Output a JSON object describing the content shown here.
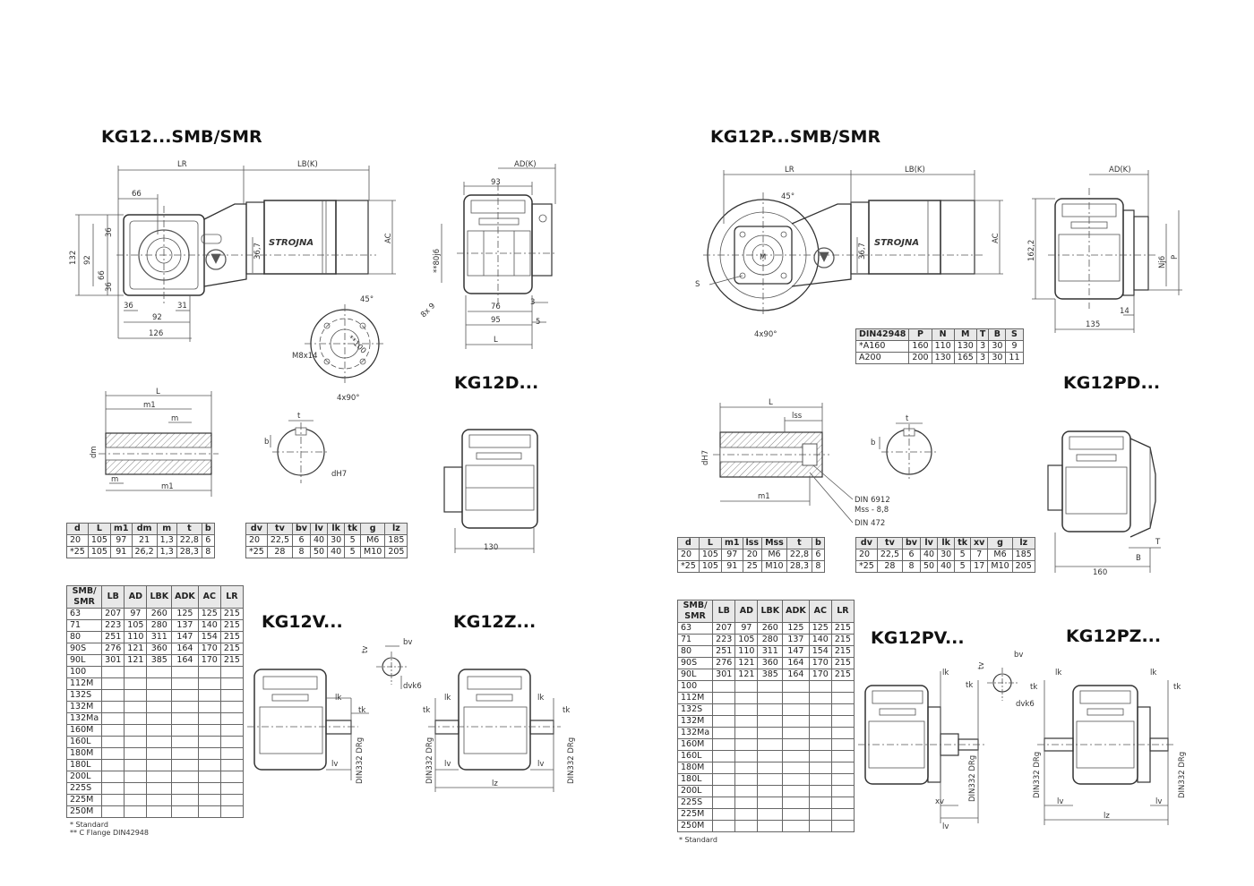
{
  "left": {
    "titles": {
      "main": "KG12...SMB/SMR",
      "d": "KG12D...",
      "v": "KG12V...",
      "z": "KG12Z..."
    },
    "brand": "STROJNA",
    "dims": {
      "LR": "LR",
      "LBK": "LB(K)",
      "ADK": "AD(K)",
      "AC": "AC",
      "L": "L",
      "P93": "93",
      "P66": "66",
      "P36a": "36",
      "P92v": "92",
      "P66v": "66",
      "P36b": "36",
      "P132": "132",
      "P36h": "36",
      "P92h": "92",
      "P31": "31",
      "P126": "126",
      "P367": "36,7",
      "P80j6": "**80j6",
      "P8x9": "8x 9",
      "P76": "76",
      "P95": "95",
      "P3": "3",
      "P5": "5",
      "P45": "45°",
      "P100": "**100",
      "M8x14": "M8x14",
      "P4x90": "4x90°",
      "m1": "m1",
      "m": "m",
      "dm": "dm",
      "t": "t",
      "b": "b",
      "dH7": "dH7",
      "P130": "130",
      "lk": "lk",
      "tk": "tk",
      "lv": "lv",
      "lz": "lz",
      "tv": "tv",
      "bv": "bv",
      "dvk6": "dvk6",
      "DIN332": "DIN332 DRg"
    },
    "shaft_table": {
      "headers": [
        "d",
        "L",
        "m1",
        "dm",
        "m",
        "t",
        "b"
      ],
      "rows": [
        [
          "20",
          "105",
          "97",
          "21",
          "1,3",
          "22,8",
          "6"
        ],
        [
          "*25",
          "105",
          "91",
          "26,2",
          "1,3",
          "28,3",
          "8"
        ]
      ]
    },
    "v_table": {
      "headers": [
        "dv",
        "tv",
        "bv",
        "lv",
        "lk",
        "tk",
        "g",
        "lz"
      ],
      "rows": [
        [
          "20",
          "22,5",
          "6",
          "40",
          "30",
          "5",
          "M6",
          "185"
        ],
        [
          "*25",
          "28",
          "8",
          "50",
          "40",
          "5",
          "M10",
          "205"
        ]
      ]
    },
    "motor_table": {
      "headers": [
        "SMB/\nSMR",
        "LB",
        "AD",
        "LBK",
        "ADK",
        "AC",
        "LR"
      ],
      "rows": [
        [
          "63",
          "207",
          "97",
          "260",
          "125",
          "125",
          "215"
        ],
        [
          "71",
          "223",
          "105",
          "280",
          "137",
          "140",
          "215"
        ],
        [
          "80",
          "251",
          "110",
          "311",
          "147",
          "154",
          "215"
        ],
        [
          "90S",
          "276",
          "121",
          "360",
          "164",
          "170",
          "215"
        ],
        [
          "90L",
          "301",
          "121",
          "385",
          "164",
          "170",
          "215"
        ],
        [
          "100",
          "",
          "",
          "",
          "",
          "",
          ""
        ],
        [
          "112M",
          "",
          "",
          "",
          "",
          "",
          ""
        ],
        [
          "132S",
          "",
          "",
          "",
          "",
          "",
          ""
        ],
        [
          "132M",
          "",
          "",
          "",
          "",
          "",
          ""
        ],
        [
          "132Ma",
          "",
          "",
          "",
          "",
          "",
          ""
        ],
        [
          "160M",
          "",
          "",
          "",
          "",
          "",
          ""
        ],
        [
          "160L",
          "",
          "",
          "",
          "",
          "",
          ""
        ],
        [
          "180M",
          "",
          "",
          "",
          "",
          "",
          ""
        ],
        [
          "180L",
          "",
          "",
          "",
          "",
          "",
          ""
        ],
        [
          "200L",
          "",
          "",
          "",
          "",
          "",
          ""
        ],
        [
          "225S",
          "",
          "",
          "",
          "",
          "",
          ""
        ],
        [
          "225M",
          "",
          "",
          "",
          "",
          "",
          ""
        ],
        [
          "250M",
          "",
          "",
          "",
          "",
          "",
          ""
        ]
      ]
    },
    "notes": {
      "n1": "* Standard",
      "n2": "** C Flange DIN42948"
    }
  },
  "right": {
    "titles": {
      "main": "KG12P...SMB/SMR",
      "d": "KG12PD...",
      "v": "KG12PV...",
      "z": "KG12PZ..."
    },
    "brand": "STROJNA",
    "dims": {
      "LR": "LR",
      "LBK": "LB(K)",
      "ADK": "AD(K)",
      "AC": "AC",
      "P45": "45°",
      "P367": "36,7",
      "S": "S",
      "M": "M",
      "P4x90": "4x90°",
      "P1622": "162,2",
      "Nj6": "Nj6",
      "P": "P",
      "P14": "14",
      "P135": "135",
      "L": "L",
      "lss": "lss",
      "dH7": "dH7",
      "m1": "m1",
      "din6912": "DIN 6912",
      "mss": "Mss - 8,8",
      "din472": "DIN 472",
      "t": "t",
      "b": "b",
      "T": "T",
      "B": "B",
      "P160": "160",
      "lk": "lk",
      "tk": "tk",
      "lv": "lv",
      "lz": "lz",
      "xv": "xv",
      "tv": "tv",
      "bv": "bv",
      "dvk6": "dvk6",
      "DIN332": "DIN332 DRg"
    },
    "flange_table": {
      "headers": [
        "DIN42948",
        "P",
        "N",
        "M",
        "T",
        "B",
        "S"
      ],
      "rows": [
        [
          "*A160",
          "160",
          "110",
          "130",
          "3",
          "30",
          "9"
        ],
        [
          "A200",
          "200",
          "130",
          "165",
          "3",
          "30",
          "11"
        ]
      ]
    },
    "shaft_table": {
      "headers": [
        "d",
        "L",
        "m1",
        "lss",
        "Mss",
        "t",
        "b"
      ],
      "rows": [
        [
          "20",
          "105",
          "97",
          "20",
          "M6",
          "22,8",
          "6"
        ],
        [
          "*25",
          "105",
          "91",
          "25",
          "M10",
          "28,3",
          "8"
        ]
      ]
    },
    "v_table": {
      "headers": [
        "dv",
        "tv",
        "bv",
        "lv",
        "lk",
        "tk",
        "xv",
        "g",
        "lz"
      ],
      "rows": [
        [
          "20",
          "22,5",
          "6",
          "40",
          "30",
          "5",
          "7",
          "M6",
          "185"
        ],
        [
          "*25",
          "28",
          "8",
          "50",
          "40",
          "5",
          "17",
          "M10",
          "205"
        ]
      ]
    },
    "motor_table": {
      "headers": [
        "SMB/\nSMR",
        "LB",
        "AD",
        "LBK",
        "ADK",
        "AC",
        "LR"
      ],
      "rows": [
        [
          "63",
          "207",
          "97",
          "260",
          "125",
          "125",
          "215"
        ],
        [
          "71",
          "223",
          "105",
          "280",
          "137",
          "140",
          "215"
        ],
        [
          "80",
          "251",
          "110",
          "311",
          "147",
          "154",
          "215"
        ],
        [
          "90S",
          "276",
          "121",
          "360",
          "164",
          "170",
          "215"
        ],
        [
          "90L",
          "301",
          "121",
          "385",
          "164",
          "170",
          "215"
        ],
        [
          "100",
          "",
          "",
          "",
          "",
          "",
          ""
        ],
        [
          "112M",
          "",
          "",
          "",
          "",
          "",
          ""
        ],
        [
          "132S",
          "",
          "",
          "",
          "",
          "",
          ""
        ],
        [
          "132M",
          "",
          "",
          "",
          "",
          "",
          ""
        ],
        [
          "132Ma",
          "",
          "",
          "",
          "",
          "",
          ""
        ],
        [
          "160M",
          "",
          "",
          "",
          "",
          "",
          ""
        ],
        [
          "160L",
          "",
          "",
          "",
          "",
          "",
          ""
        ],
        [
          "180M",
          "",
          "",
          "",
          "",
          "",
          ""
        ],
        [
          "180L",
          "",
          "",
          "",
          "",
          "",
          ""
        ],
        [
          "200L",
          "",
          "",
          "",
          "",
          "",
          ""
        ],
        [
          "225S",
          "",
          "",
          "",
          "",
          "",
          ""
        ],
        [
          "225M",
          "",
          "",
          "",
          "",
          "",
          ""
        ],
        [
          "250M",
          "",
          "",
          "",
          "",
          "",
          ""
        ]
      ]
    },
    "notes": {
      "n1": "* Standard"
    }
  }
}
